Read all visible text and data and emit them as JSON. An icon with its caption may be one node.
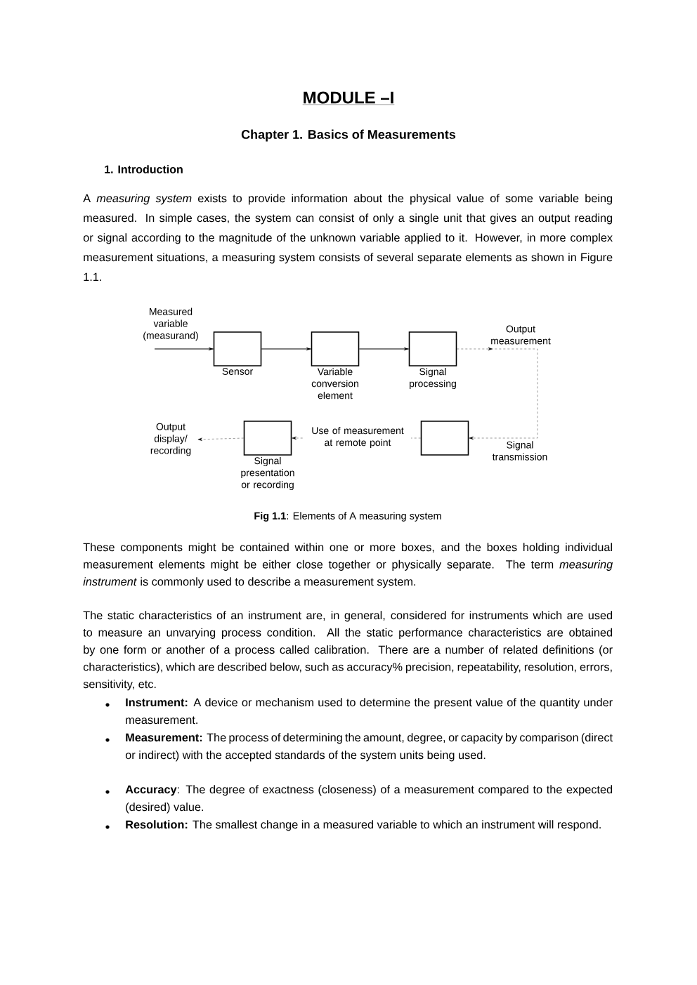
{
  "diagram": {
    "title": "MODULE –I",
    "nodes": [
      {
        "text": [
          "Sensor"
        ]
      },
      {
        "text": [
          "Variable conversion element"
        ]
      },
      {
        "text": [
          "Signal processing"
        ]
      },
      {
        "text": [],
        "shape": "box"
      },
      {
        "text": [
          "Signal presentation or recording"
        ]
      },
      {
        "text": [
          "Output display/ recording"
        ]
      }
    ],
    "edges": [
      {
        "from": null,
        "to": 0,
        "arrow": "to",
        "label": "Measured variable (measurand)"
      },
      {
        "from": 0,
        "to": 1,
        "arrow": "to"
      },
      {
        "from": 1,
        "to": 2,
        "arrow": "to"
      },
      {
        "from": 2,
        "to": 3,
        "arrow": "to",
        "style": "dashed",
        "label": "Signal transmission"
      },
      {
        "from": 3,
        "to": 4,
        "arrow": "to",
        "style": "dashed",
        "label": "Use of measurement at remote point"
      },
      {
        "from": 4,
        "to": 5,
        "arrow": "to",
        "style": "dashed"
      }
    ],
    "labels": [
      "Chapter 1.   Basics of Measurements",
      "1.   Introduction",
      "A *measuring system* exists to provide information about the physical value of some variable being measured. In simple cases, the system can consist of only a single unit that gives an output reading or signal according to the magnitude of the unknown variable applied to it. However, in more complex measurement situations, a measuring system consists of several separate elements as shown in Figure 1.1.",
      "Output measurement",
      "These components might be contained within one or more boxes, and the boxes holding individual measurement elements might be either close together or physically separate. The term *measuring instrument* is commonly used to describe a measurement system.",
      "The static characteristics of an instrument are, in general, considered for instruments which are used to measure an unvarying process condition. All the static performance characteristics are obtained by one form or another of a process called calibration. There are a number of related definitions (or characteristics), which are described below, such as accuracy% precision, repeatability, resolution, errors, sensitivity, etc.",
      "**Instrument:** A device or mechanism used to determine the present value of the quantity under measurement.",
      "**Measurement:** The process of determining the amount, degree, or capacity by comparison (direct or indirect) with the accepted standards of the system units being used.",
      "**Accuracy**: The degree of exactness (closeness) of a measurement compared to the expected (desired) value.",
      "**Resolution:** The smallest change in a measured variable to which an instrument will respond."
    ],
    "caption": "**Fig 1.1**: Elements of A measuring system"
  }
}
